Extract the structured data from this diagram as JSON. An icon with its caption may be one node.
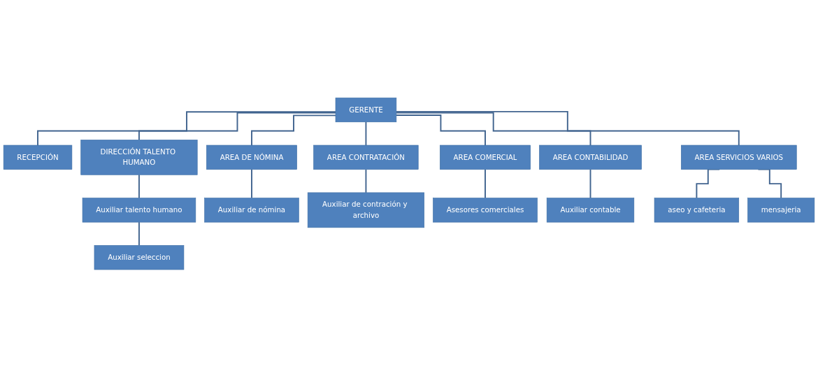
{
  "diagram": {
    "nodes": [
      {
        "text": [
          "GERENTE"
        ]
      },
      {
        "text": [
          "RECEPCIÓN"
        ]
      },
      {
        "text": [
          "DIRECCIÓN TALENTO HUMANO"
        ]
      },
      {
        "text": [
          "AREA DE NÓMINA"
        ]
      },
      {
        "text": [
          "AREA CONTRATACIÓN"
        ]
      },
      {
        "text": [
          "AREA COMERCIAL"
        ]
      },
      {
        "text": [
          "AREA CONTABILIDAD"
        ]
      },
      {
        "text": [
          "AREA SERVICIOS VARIOS"
        ]
      },
      {
        "text": [
          "Auxiliar talento humano"
        ]
      },
      {
        "text": [
          "Auxiliar seleccion"
        ]
      },
      {
        "text": [
          "Auxiliar de nómina"
        ]
      },
      {
        "text": [
          "Auxiliar de contración y archivo"
        ]
      },
      {
        "text": [
          "Asesores comerciales"
        ]
      },
      {
        "text": [
          "Auxiliar contable"
        ]
      },
      {
        "text": [
          "aseo y cafeteria"
        ]
      },
      {
        "text": [
          "mensajeria"
        ]
      }
    ],
    "edges": [
      {
        "from": 0,
        "to": 1,
        "arrow": "none"
      },
      {
        "from": 0,
        "to": 2,
        "arrow": "none"
      },
      {
        "from": 0,
        "to": 3,
        "arrow": "none"
      },
      {
        "from": 0,
        "to": 4,
        "arrow": "none"
      },
      {
        "from": 0,
        "to": 5,
        "arrow": "none"
      },
      {
        "from": 0,
        "to": 6,
        "arrow": "none"
      },
      {
        "from": 0,
        "to": 7,
        "arrow": "none"
      },
      {
        "from": 2,
        "to": 8,
        "arrow": "none"
      },
      {
        "from": 8,
        "to": 9,
        "arrow": "none"
      },
      {
        "from": 3,
        "to": 10,
        "arrow": "none"
      },
      {
        "from": 4,
        "to": 11,
        "arrow": "none"
      },
      {
        "from": 5,
        "to": 12,
        "arrow": "none"
      },
      {
        "from": 6,
        "to": 13,
        "arrow": "none"
      },
      {
        "from": 7,
        "to": 14,
        "arrow": "none"
      },
      {
        "from": 7,
        "to": 15,
        "arrow": "none"
      }
    ]
  }
}
